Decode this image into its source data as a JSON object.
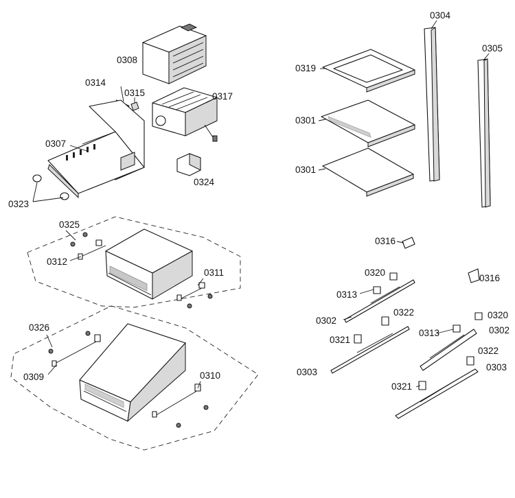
{
  "callouts": {
    "c0308": "0308",
    "c0314": "0314",
    "c0315": "0315",
    "c0317": "0317",
    "c0307": "0307",
    "c0324": "0324",
    "c0323": "0323",
    "c0319": "0319",
    "c0301a": "0301",
    "c0301b": "0301",
    "c0304": "0304",
    "c0305": "0305",
    "c0325": "0325",
    "c0312": "0312",
    "c0311": "0311",
    "c0326": "0326",
    "c0309": "0309",
    "c0310": "0310",
    "c0316a": "0316",
    "c0316b": "0316",
    "c0320a": "0320",
    "c0313a": "0313",
    "c0302a": "0302",
    "c0322a": "0322",
    "c0321a": "0321",
    "c0303a": "0303",
    "c0320b": "0320",
    "c0313b": "0313",
    "c0302b": "0302",
    "c0322b": "0322",
    "c0303b": "0303",
    "c0321b": "0321"
  }
}
